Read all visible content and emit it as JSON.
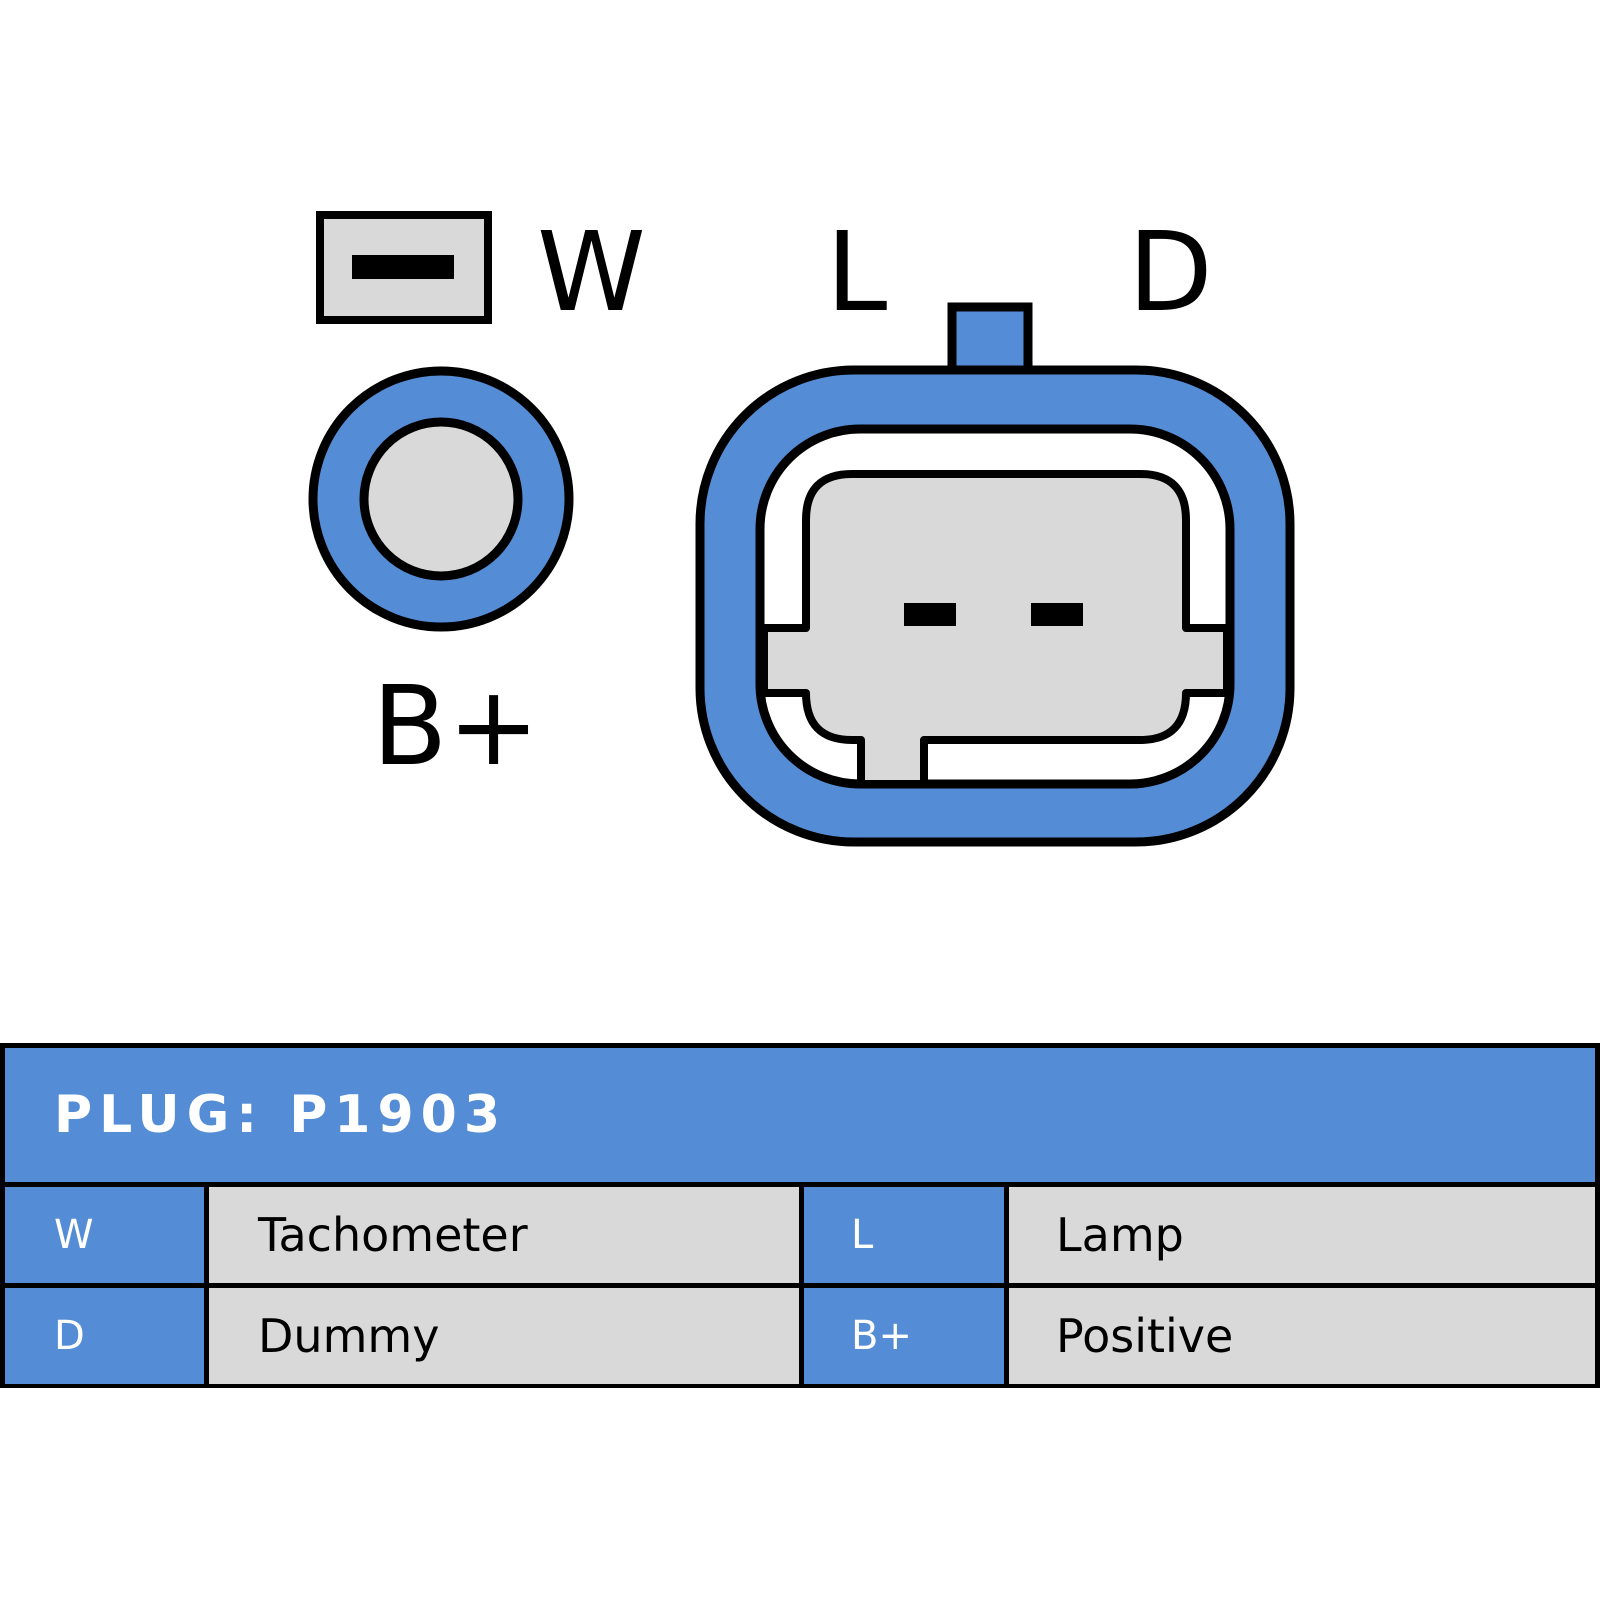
{
  "diagram": {
    "labels": {
      "w": "W",
      "l": "L",
      "d": "D",
      "bplus": "B+"
    },
    "colors": {
      "blue": "#548dd5",
      "gray": "#d9d9d9",
      "outline": "#000000",
      "white": "#ffffff"
    }
  },
  "table": {
    "title": "PLUG: P1903",
    "rows": [
      {
        "pin1": "W",
        "desc1": "Tachometer",
        "pin2": "L",
        "desc2": "Lamp"
      },
      {
        "pin1": "D",
        "desc1": "Dummy",
        "pin2": "B+",
        "desc2": "Positive"
      }
    ]
  }
}
